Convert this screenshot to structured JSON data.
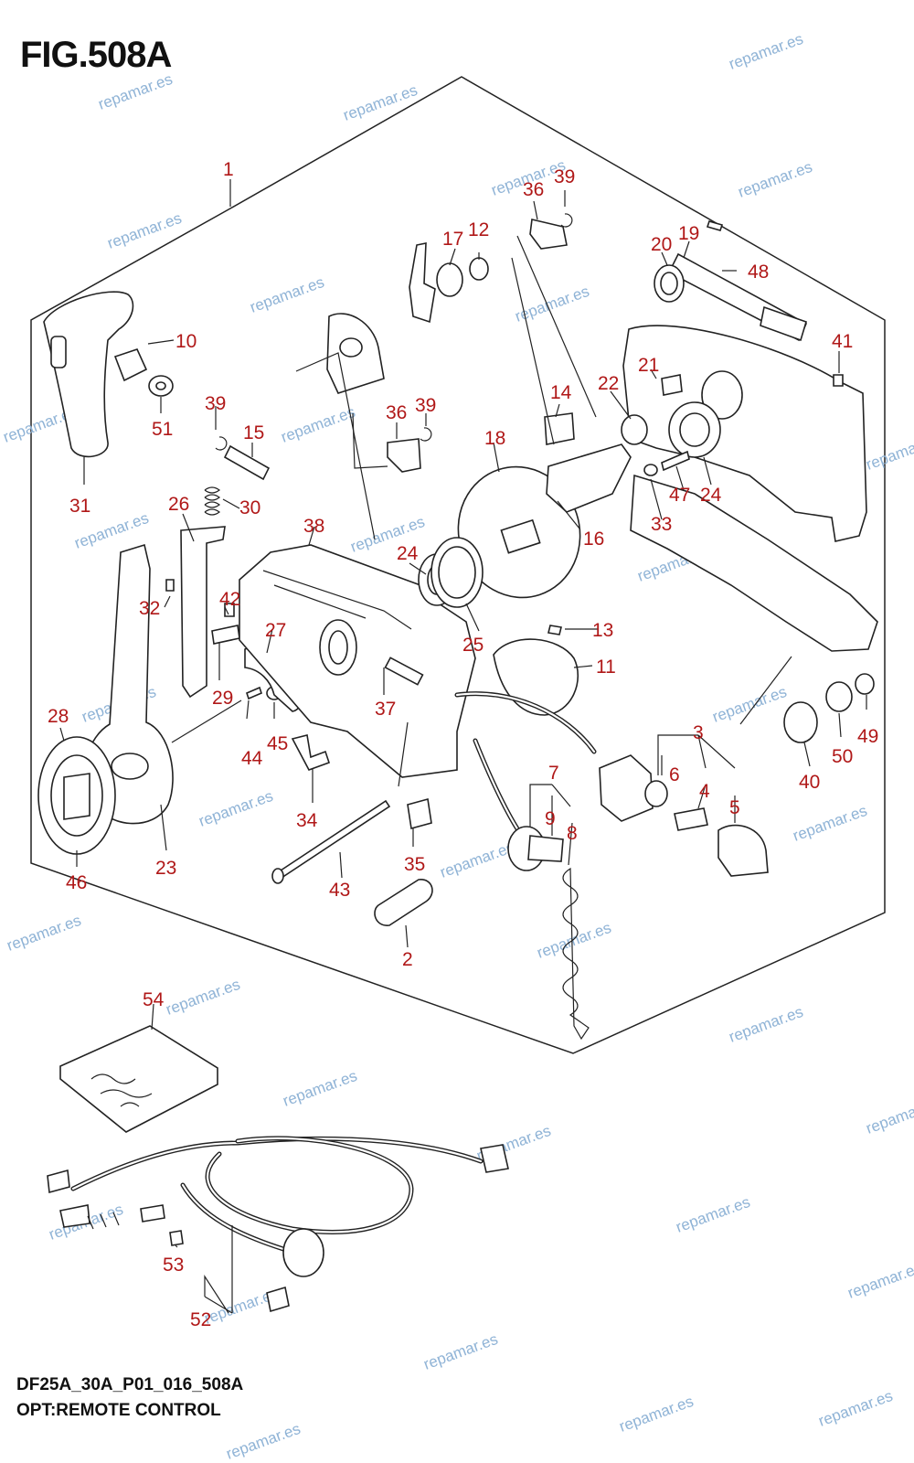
{
  "figure": {
    "title": "FIG.508A",
    "code": "DF25A_30A_P01_016_508A",
    "description": "OPT:REMOTE CONTROL"
  },
  "watermark": "repamar.es",
  "callouts": [
    "1",
    "2",
    "3",
    "4",
    "5",
    "6",
    "7",
    "8",
    "9",
    "10",
    "11",
    "12",
    "13",
    "14",
    "15",
    "16",
    "17",
    "18",
    "19",
    "20",
    "21",
    "22",
    "23",
    "24",
    "24",
    "25",
    "26",
    "27",
    "28",
    "29",
    "30",
    "31",
    "32",
    "33",
    "34",
    "35",
    "36",
    "36",
    "37",
    "38",
    "39",
    "39",
    "39",
    "40",
    "41",
    "42",
    "43",
    "44",
    "45",
    "46",
    "47",
    "48",
    "49",
    "50",
    "51",
    "52",
    "53",
    "54"
  ],
  "colors": {
    "callout": "#b01818",
    "lines": "#222222",
    "watermark": "#8fb3d6"
  }
}
